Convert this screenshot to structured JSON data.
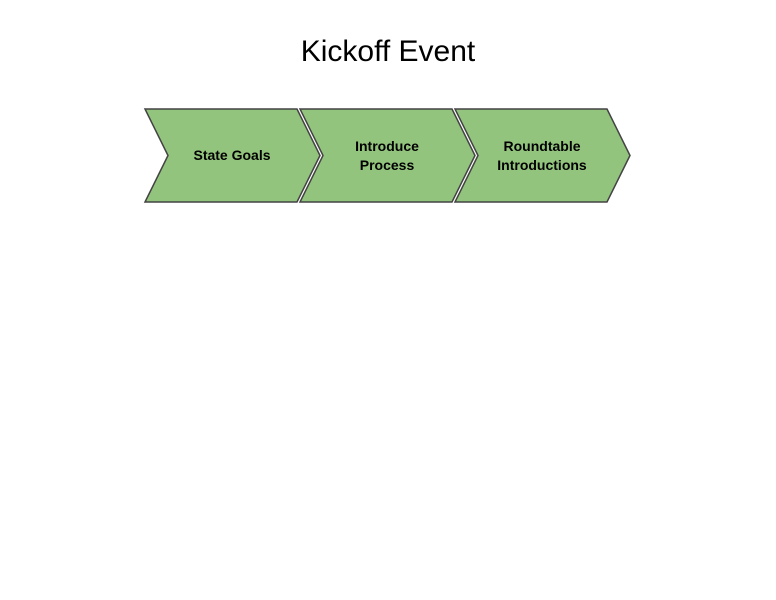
{
  "title": {
    "text": "Kickoff Event"
  },
  "diagram": {
    "type": "process-chevron-flow",
    "steps": [
      {
        "label": "State Goals"
      },
      {
        "label": "Introduce Process"
      },
      {
        "label": "Roundtable Introductions"
      }
    ]
  },
  "colors": {
    "chevron_fill": "#93c47d",
    "chevron_stroke": "#434343",
    "title_color": "#000000",
    "label_color": "#000000",
    "background": "#ffffff"
  }
}
